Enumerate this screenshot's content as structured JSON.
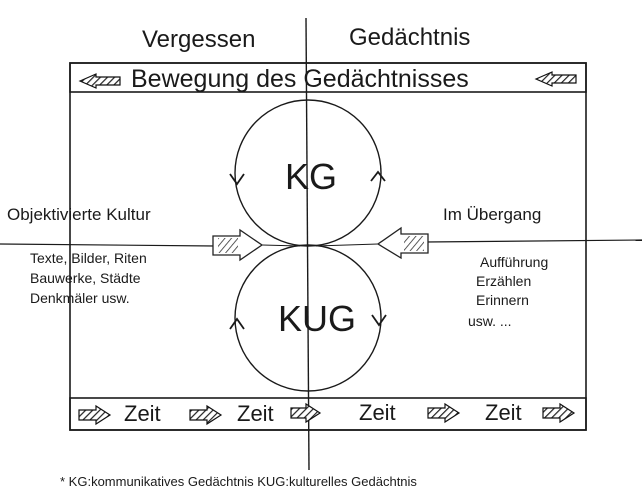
{
  "headers": {
    "left": "Vergessen",
    "right": "Gedächtnis"
  },
  "banner": {
    "label": "Bewegung des Gedächtnisses"
  },
  "circles": {
    "top": "KG",
    "bottom": "KUG"
  },
  "left_side": {
    "title": "Objektivierte Kultur",
    "lines": [
      "Texte, Bilder, Riten",
      "Bauwerke, Städte",
      "Denkmäler usw."
    ]
  },
  "right_side": {
    "title": "Im Übergang",
    "lines": [
      "Aufführung",
      "Erzählen",
      "Erinnern",
      "usw. ..."
    ]
  },
  "time_bar": {
    "labels": [
      "Zeit",
      "Zeit",
      "Zeit",
      "Zeit"
    ]
  },
  "footnote": "* KG:kommunikatives Gedächtnis  KUG:kulturelles Gedächtnis"
}
